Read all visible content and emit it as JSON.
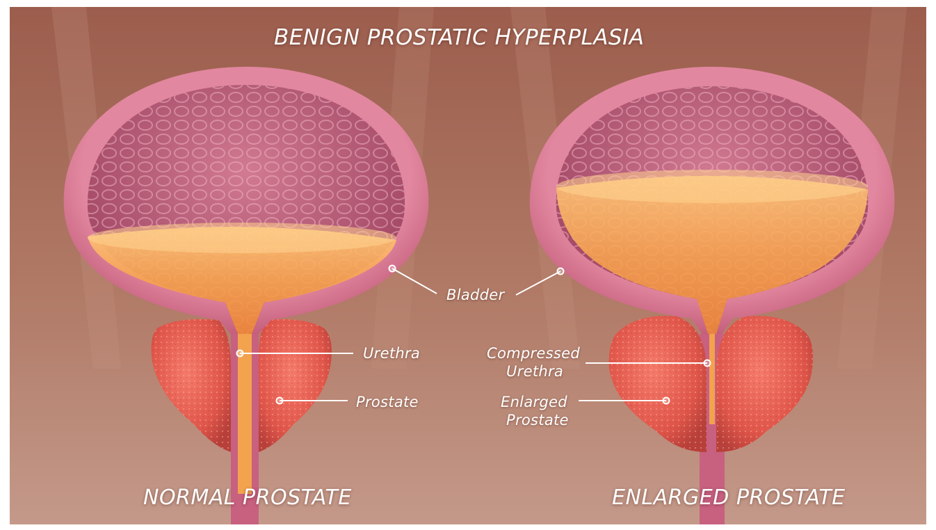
{
  "title": "BENIGN PROSTATIC HYPERPLASIA",
  "panels": [
    {
      "caption": "NORMAL PROSTATE"
    },
    {
      "caption": "ENLARGED PROSTATE"
    }
  ],
  "labels": {
    "bladder": "Bladder",
    "urethra": "Urethra",
    "prostate": "Prostate",
    "compressed_urethra_line1": "Compressed",
    "compressed_urethra_line2": "Urethra",
    "enlarged_prostate_line1": "Enlarged",
    "enlarged_prostate_line2": "Prostate"
  },
  "colors": {
    "background": "#a66f5c",
    "bladder_wall": "#d06f86",
    "bladder_inner": "#b85a74",
    "urine": "#f5a04a",
    "prostate": "#e05a4e",
    "text": "#ffffff"
  }
}
